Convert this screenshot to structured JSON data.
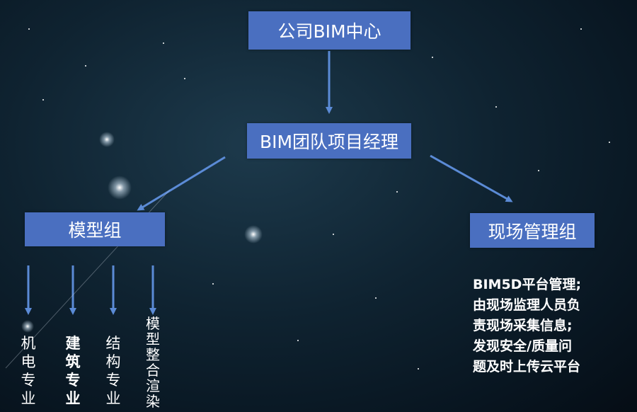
{
  "nodes": {
    "company_center": "公司BIM中心",
    "team_manager": "BIM团队项目经理",
    "model_group": "模型组",
    "site_group": "现场管理组"
  },
  "model_specialties": [
    {
      "label": "机电专业"
    },
    {
      "label": "建筑专业"
    },
    {
      "label": "结构专业"
    },
    {
      "label": "模型整合渲染"
    }
  ],
  "site_description": [
    "BIM5D平台管理;",
    "由现场监理人员负",
    "责现场采集信息;",
    "发现安全/质量问",
    "题及时上传云平台"
  ],
  "colors": {
    "box_fill": "#4a6fc0",
    "arrow": "#5b8bd6",
    "background": "#0f2331"
  }
}
